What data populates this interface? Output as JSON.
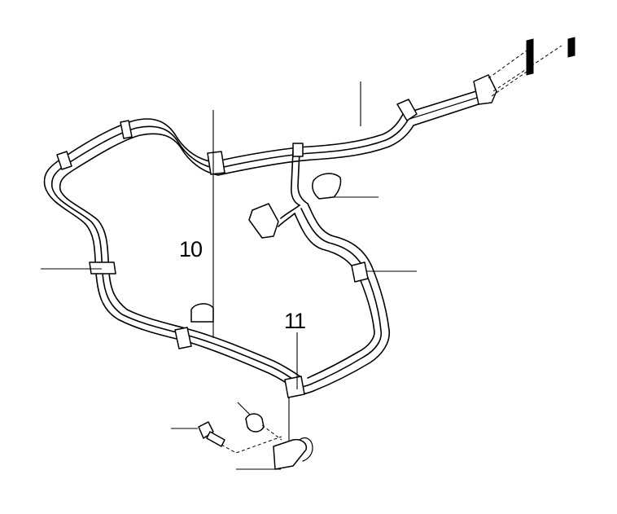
{
  "callouts": [
    {
      "id": "10",
      "label": "10"
    },
    {
      "id": "11",
      "label": "11"
    }
  ]
}
